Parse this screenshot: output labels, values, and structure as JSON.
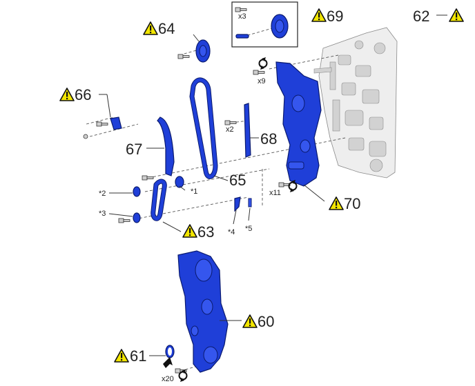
{
  "callouts": {
    "c60": "60",
    "c61": "61",
    "c62": "62",
    "c63": "63",
    "c64": "64",
    "c65": "65",
    "c66": "66",
    "c67": "67",
    "c68": "68",
    "c69": "69",
    "c70": "70"
  },
  "notes": {
    "n1": "*1",
    "n2": "*2",
    "n3": "*3",
    "n4": "*4",
    "n5": "*5"
  },
  "quantities": {
    "q_x3": "x3",
    "q_x9": "x9",
    "q_x2": "x2",
    "q_x11": "x11",
    "q_x20": "x20"
  },
  "warning_icon": "caution-triangle-icon",
  "torque_icon": "torque-wrench-icon",
  "colors": {
    "part_blue": "#1f3fd8",
    "warning_yellow": "#f3e600"
  }
}
